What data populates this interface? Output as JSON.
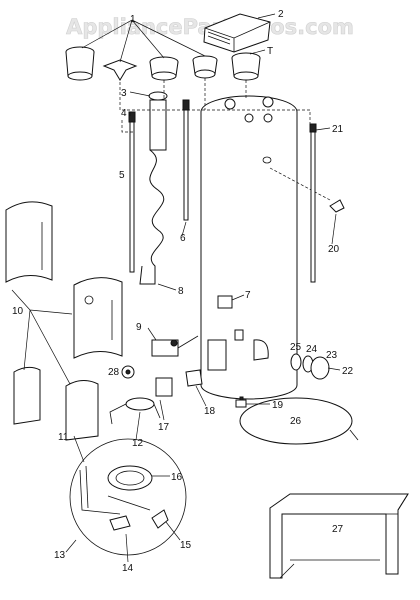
{
  "watermark": "AppliancePartsPros.com",
  "callouts": [
    "1",
    "2",
    "T",
    "3",
    "4",
    "5",
    "6",
    "7",
    "8",
    "9",
    "10",
    "11",
    "12",
    "13",
    "14",
    "15",
    "16",
    "17",
    "18",
    "19",
    "20",
    "21",
    "22",
    "23",
    "24",
    "25",
    "26",
    "27",
    "28"
  ]
}
